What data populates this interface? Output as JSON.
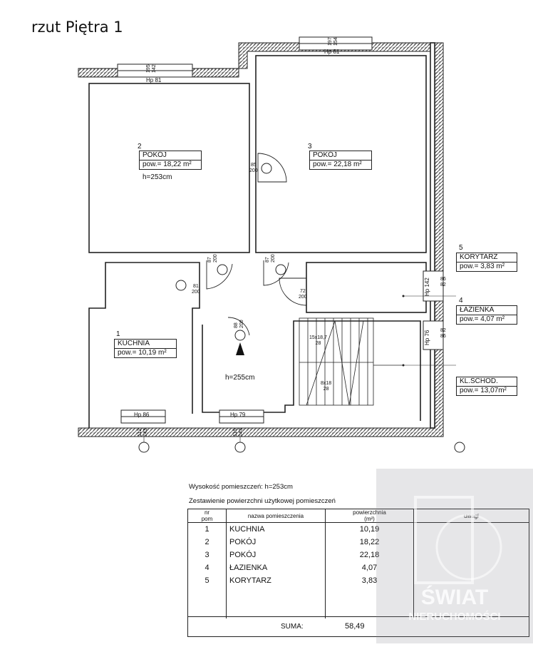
{
  "title": "rzut Piętra 1",
  "rooms": [
    {
      "nr": "2",
      "name": "POKÓJ",
      "area": "pow.= 18,22 m²",
      "height": "h=253cm"
    },
    {
      "nr": "3",
      "name": "POKÓJ",
      "area": "pow.= 22,18 m²"
    },
    {
      "nr": "5",
      "name": "KORYTARZ",
      "area": "pow.= 3,83 m²"
    },
    {
      "nr": "4",
      "name": "ŁAZIENKA",
      "area": "pow.= 4,07 m²"
    },
    {
      "nr": "1",
      "name": "KUCHNIA",
      "area": "pow.= 10,19 m²"
    },
    {
      "name": "KL.SCHOD.",
      "area": "pow.= 13,07m²"
    }
  ],
  "hall_height": "h=255cm",
  "windows": [
    "Hp 81",
    "Hp 81",
    "Hp 86",
    "Hp 79",
    "Hp 142",
    "Hp 76"
  ],
  "window_dims": [
    "195\n142",
    "197\n154",
    "112\n143",
    "116\n143"
  ],
  "door_dims": [
    "85\n200",
    "87\n200",
    "87\n200",
    "81\n200",
    "72\n200",
    "88\n200",
    "86\n82",
    "82\n86"
  ],
  "stairs": [
    "15x18,7\n28",
    "8x18\n28"
  ],
  "stairs_upper": "15x18,7",
  "stairs_upper_b": "28",
  "stairs_lower": "8x18",
  "stairs_lower_b": "28",
  "info_height": "Wysokość pomieszczeń: h=253cm",
  "info_list": "Zestawienie powierzchni użytkowej pomieszczeń",
  "table": {
    "headers": {
      "nr": "nr\npom",
      "name": "nazwa pomieszczenia",
      "area": "powierzchnia\n(m²)",
      "notes": "uwagi"
    },
    "rows": [
      {
        "nr": "1",
        "name": "KUCHNIA",
        "area": "10,19"
      },
      {
        "nr": "2",
        "name": "POKÓJ",
        "area": "18,22"
      },
      {
        "nr": "3",
        "name": "POKÓJ",
        "area": "22,18"
      },
      {
        "nr": "4",
        "name": "ŁAZIENKA",
        "area": "4,07"
      },
      {
        "nr": "5",
        "name": "KORYTARZ",
        "area": "3,83"
      }
    ],
    "sum_label": "SUMA:",
    "sum_value": "58,49"
  },
  "watermark": {
    "line1": "ŚWIAT",
    "line2": "NIERUCHOMOŚCI"
  }
}
